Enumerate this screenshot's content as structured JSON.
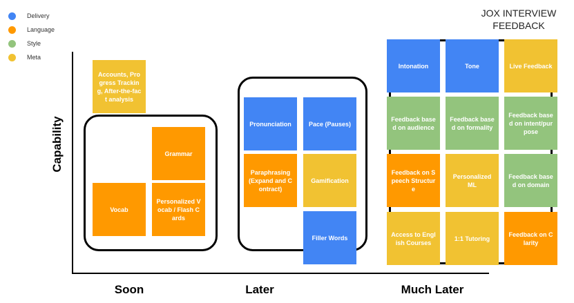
{
  "title": "JOX INTERVIEW FEEDBACK",
  "axis": {
    "y_label": "Capability",
    "x_labels": [
      "Soon",
      "Later",
      "Much Later"
    ]
  },
  "legend": [
    {
      "label": "Delivery",
      "color": "#4285f4"
    },
    {
      "label": "Language",
      "color": "#ff9900"
    },
    {
      "label": "Style",
      "color": "#93c47d"
    },
    {
      "label": "Meta",
      "color": "#f1c232"
    }
  ],
  "cards": {
    "accounts": "Accounts, Progress Tracking, After-the-fact analysis",
    "grammar": "Grammar",
    "vocab": "Vocab",
    "personalized_vocab": "Personalized Vocab / Flash Cards",
    "pronunciation": "Pronunciation",
    "pace": "Pace (Pauses)",
    "paraphrasing": "Paraphrasing (Expand and Contract)",
    "gamification": "Gamification",
    "filler_words": "Filler Words",
    "intonation": "Intonation",
    "tone": "Tone",
    "live_feedback": "Live Feedback",
    "feedback_audience": "Feedback based on audience",
    "feedback_formality": "Feedback based on formality",
    "feedback_intent": "Feedback based on intent/purpose",
    "feedback_speech_structure": "Feedback on Speech Structure",
    "personalized_ml": "Personalized ML",
    "feedback_domain": "Feedback based on domain",
    "access_english_courses": "Access to English Courses",
    "tutoring": "1:1 Tutoring",
    "feedback_clarity": "Feedback on Clarity"
  }
}
